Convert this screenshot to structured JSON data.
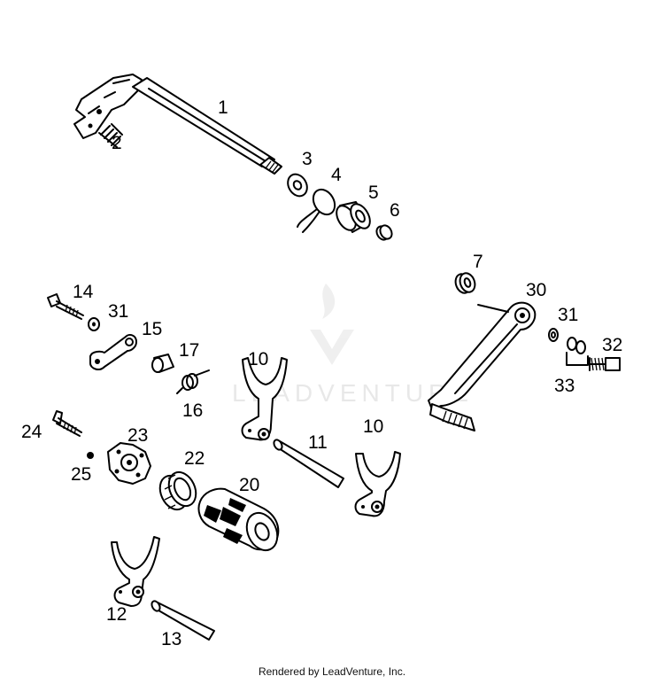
{
  "watermark": "LEADVENTURE",
  "footer": "Rendered by LeadVenture, Inc.",
  "callouts": {
    "p1": "1",
    "p2": "2",
    "p3": "3",
    "p4": "4",
    "p5": "5",
    "p6": "6",
    "p7": "7",
    "p10a": "10",
    "p10b": "10",
    "p11": "11",
    "p12": "12",
    "p13": "13",
    "p14": "14",
    "p15": "15",
    "p16": "16",
    "p17": "17",
    "p20": "20",
    "p22": "22",
    "p23": "23",
    "p24": "24",
    "p25": "25",
    "p30": "30",
    "p31a": "31",
    "p31b": "31",
    "p32": "32",
    "p33": "33"
  }
}
